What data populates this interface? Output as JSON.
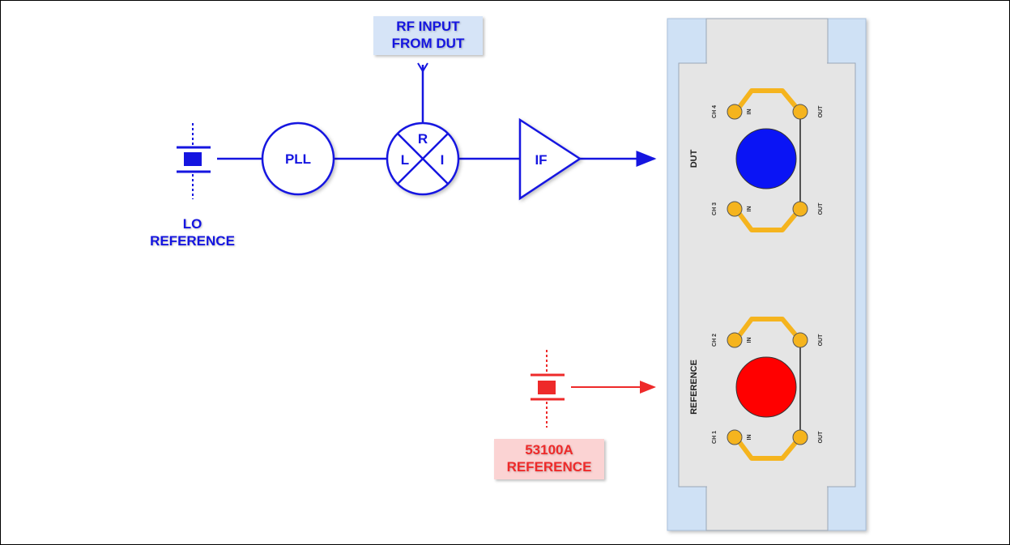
{
  "diagram": {
    "rf_input_label": [
      "RF INPUT",
      "FROM DUT"
    ],
    "lo_reference_label": [
      "LO",
      "REFERENCE"
    ],
    "ref_53100a_label": [
      "53100A",
      "REFERENCE"
    ],
    "pll_label": "PLL",
    "if_label": "IF",
    "mixer_ports": {
      "r": "R",
      "l": "L",
      "i": "I"
    },
    "panel": {
      "dut_label": "DUT",
      "reference_label": "REFERENCE",
      "channels": {
        "ch4": "CH 4",
        "ch3": "CH 3",
        "ch2": "CH 2",
        "ch1": "CH 1"
      },
      "port_in": "IN",
      "port_out": "OUT"
    },
    "colors": {
      "signal_blue": "#1515e0",
      "signal_red": "#ee2a2a",
      "connector_gold": "#f5b41e",
      "panel_gray": "#e5e5e5",
      "panel_frame": "#cfe1f5",
      "dut_disc": "#0a14f5",
      "reference_disc": "#ff0000"
    }
  }
}
